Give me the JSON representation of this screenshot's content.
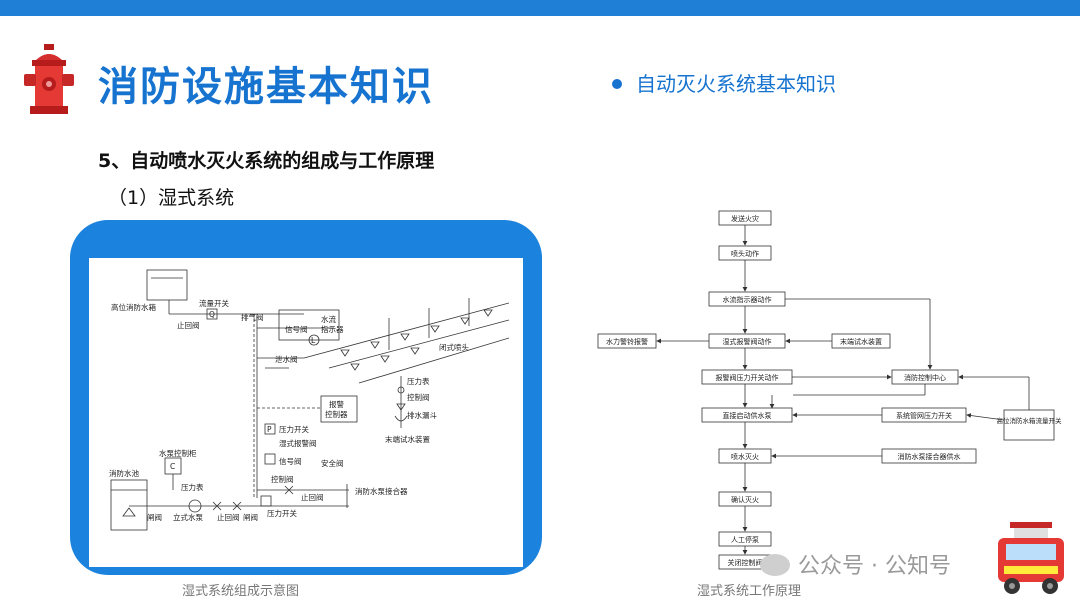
{
  "header": {
    "main_title": "消防设施基本知识",
    "section_title": "自动灭火系统基本知识"
  },
  "content": {
    "heading": "5、自动喷水灭火系统的组成与工作原理",
    "subheading": "（1）湿式系统"
  },
  "left_diagram": {
    "caption": "湿式系统组成示意图",
    "labels": {
      "tank": "高位消防水箱",
      "flow_switch": "流量开关",
      "q": "Q",
      "check_valve_top": "止回阀",
      "vent_valve": "排气阀",
      "signal_valve_top": "信号阀",
      "water_flow": "水流",
      "indicator": "指示器",
      "l": "L",
      "drain_valve": "泄水阀",
      "closed_sprinkler": "闭式喷头",
      "pressure_gauge_right": "压力表",
      "control_valve_right": "控制阀",
      "drain_funnel": "排水漏斗",
      "end_test": "末端试水装置",
      "alarm1": "报警",
      "alarm2": "控制器",
      "p": "P",
      "pressure_switch_top": "压力开关",
      "wet_alarm_valve": "湿式报警阀",
      "pump_cabinet": "水泵控制柜",
      "c": "C",
      "signal_valve_bottom": "信号阀",
      "safety_valve": "安全阀",
      "pool": "消防水池",
      "pressure_gauge_left": "压力表",
      "control_valve_bottom": "控制阀",
      "check_valve_bottom": "止回阀",
      "pump_adapter": "消防水泵接合器",
      "gate_valve": "闸阀",
      "vertical_pump": "立式水泵",
      "check_valve_mid": "止回阀",
      "gate_valve2": "闸阀",
      "pressure_switch_bottom": "压力开关"
    }
  },
  "flowchart": {
    "caption": "湿式系统工作原理",
    "nodes": {
      "n1": "发送火灾",
      "n2": "喷头动作",
      "n3": "水流指示器动作",
      "n4": "湿式报警阀动作",
      "n5": "报警阀压力开关动作",
      "n6": "直接启动供水泵",
      "n7": "喷水灭火",
      "n8": "确认灭火",
      "n9": "人工停泵",
      "n10": "关闭控制阀",
      "s1": "水力警铃报警",
      "s2": "末端试水装置",
      "s3": "消防控制中心",
      "s4": "系统管网压力开关",
      "s5": "消防水泵接合器供水",
      "s6": "高位消防水箱流量开关"
    }
  },
  "watermark": {
    "text": "公众号 · 公知号"
  },
  "colors": {
    "accent": "#1673cf",
    "top_bar": "#1f7fd6",
    "frame": "#1b82dd"
  }
}
